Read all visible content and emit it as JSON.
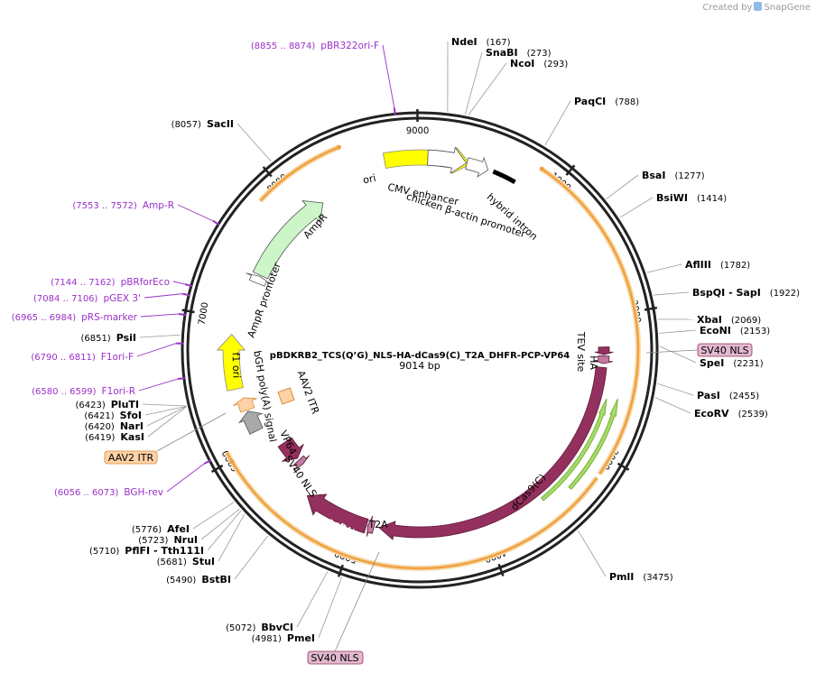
{
  "app": {
    "created_by": "Created by",
    "brand": "SnapGene"
  },
  "plasmid": {
    "name": "pBDKRB2_TCS(Q’G)_NLS-HA-dCas9(C)_T2A_DHFR-PCP-VP64",
    "size": "9014 bp",
    "length_bp": 9014
  },
  "ticks": [
    {
      "bp": 1000,
      "label": "1000"
    },
    {
      "bp": 2000,
      "label": "2000"
    },
    {
      "bp": 3000,
      "label": "3000"
    },
    {
      "bp": 4000,
      "label": "4000"
    },
    {
      "bp": 5000,
      "label": "5000"
    },
    {
      "bp": 6000,
      "label": "6000"
    },
    {
      "bp": 7000,
      "label": "7000"
    },
    {
      "bp": 8000,
      "label": "8000"
    },
    {
      "bp": 9000,
      "label": "9000"
    }
  ],
  "enzymes": [
    {
      "name": "NdeI",
      "pos": "(167)",
      "bp": 167,
      "side": "right"
    },
    {
      "name": "SnaBI",
      "pos": "(273)",
      "bp": 273,
      "side": "right"
    },
    {
      "name": "NcoI",
      "pos": "(293)",
      "bp": 293,
      "side": "right"
    },
    {
      "name": "PaqCI",
      "pos": "(788)",
      "bp": 788,
      "side": "right"
    },
    {
      "name": "BsaI",
      "pos": "(1277)",
      "bp": 1277,
      "side": "right"
    },
    {
      "name": "BsiWI",
      "pos": "(1414)",
      "bp": 1414,
      "side": "right"
    },
    {
      "name": "AflIII",
      "pos": "(1782)",
      "bp": 1782,
      "side": "right"
    },
    {
      "name": "BspQI  - SapI",
      "pos": "(1922)",
      "bp": 1922,
      "side": "right"
    },
    {
      "name": "XbaI",
      "pos": "(2069)",
      "bp": 2069,
      "side": "right"
    },
    {
      "name": "EcoNI",
      "pos": "(2153)",
      "bp": 2153,
      "side": "right"
    },
    {
      "name": "SpeI",
      "pos": "(2231)",
      "bp": 2231,
      "side": "right"
    },
    {
      "name": "PasI",
      "pos": "(2455)",
      "bp": 2455,
      "side": "right"
    },
    {
      "name": "EcoRV",
      "pos": "(2539)",
      "bp": 2539,
      "side": "right"
    },
    {
      "name": "PmlI",
      "pos": "(3475)",
      "bp": 3475,
      "side": "right"
    },
    {
      "name": "PmeI",
      "pos": "(4981)",
      "bp": 4981,
      "side": "left"
    },
    {
      "name": "BbvCI",
      "pos": "(5072)",
      "bp": 5072,
      "side": "left"
    },
    {
      "name": "BstBI",
      "pos": "(5490)",
      "bp": 5490,
      "side": "left"
    },
    {
      "name": "StuI",
      "pos": "(5681)",
      "bp": 5681,
      "side": "left"
    },
    {
      "name": "PflFI  - Tth111I",
      "pos": "(5710)",
      "bp": 5710,
      "side": "left"
    },
    {
      "name": "NruI",
      "pos": "(5723)",
      "bp": 5723,
      "side": "left"
    },
    {
      "name": "AfeI",
      "pos": "(5776)",
      "bp": 5776,
      "side": "left"
    },
    {
      "name": "KasI",
      "pos": "(6419)",
      "bp": 6419,
      "side": "left"
    },
    {
      "name": "NarI",
      "pos": "(6420)",
      "bp": 6420,
      "side": "left"
    },
    {
      "name": "SfoI",
      "pos": "(6421)",
      "bp": 6421,
      "side": "left"
    },
    {
      "name": "PluTI",
      "pos": "(6423)",
      "bp": 6423,
      "side": "left"
    },
    {
      "name": "PsiI",
      "pos": "(6851)",
      "bp": 6851,
      "side": "left"
    },
    {
      "name": "SacII",
      "pos": "(8057)",
      "bp": 8057,
      "side": "left"
    }
  ],
  "primers": [
    {
      "label": "pBR322ori-F",
      "range": "(8855 .. 8874)",
      "bp": 8864
    },
    {
      "label": "Amp-R",
      "range": "(7553 .. 7572)",
      "bp": 7562
    },
    {
      "label": "pBRforEco",
      "range": "(7144 .. 7162)",
      "bp": 7153
    },
    {
      "label": "pGEX 3'",
      "range": "(7084 .. 7106)",
      "bp": 7095
    },
    {
      "label": "pRS-marker",
      "range": "(6965 .. 6984)",
      "bp": 6974
    },
    {
      "label": "F1ori-F",
      "range": "(6790 .. 6811)",
      "bp": 6800
    },
    {
      "label": "F1ori-R",
      "range": "(6580 .. 6599)",
      "bp": 6590
    },
    {
      "label": "BGH-rev",
      "range": "(6056 .. 6073)",
      "bp": 6064
    }
  ],
  "boxed_labels": {
    "sv40_nls_right": "SV40 NLS",
    "sv40_nls_bottom": "SV40 NLS",
    "aav2_itr": "AAV2 ITR"
  },
  "features": {
    "ori": "ori",
    "cmv": "CMV enhancer",
    "chicken": "chicken β-actin promoter",
    "hybrid": "hybrid intron",
    "ampr": "AmpR",
    "ampr_promoter": "AmpR promoter",
    "f1_ori": "f1 ori",
    "bgh": "bGH poly(A) signal",
    "aav2_itr": "AAV2 ITR",
    "vp64": "VP64",
    "sv40_nls": "SV40 NLS",
    "tev": "TEV site",
    "ha": "HA",
    "dcas9": "dCas9(C)",
    "t2a": "T2A",
    "ecdhfr": "ecDHFR"
  },
  "colors": {
    "backbone": "#222222",
    "orange": "#f0a040",
    "dcas9": "#94305e",
    "ori": "#ffff00",
    "ampr": "#ccf5c8",
    "green": "#6aa81e",
    "primer": "#9a30c8",
    "aav2": "#ffd2a6",
    "nls_box": "#e3b9cf"
  }
}
